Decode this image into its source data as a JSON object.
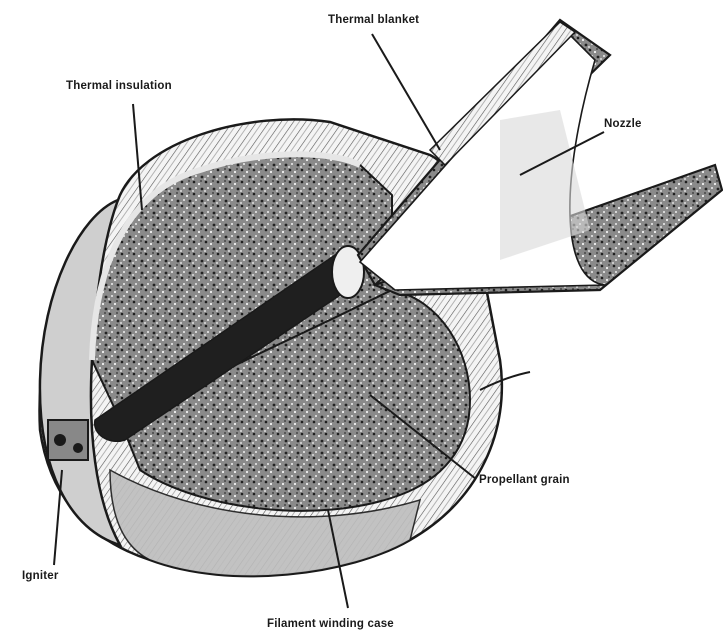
{
  "labels": {
    "thermal_blanket": "Thermal blanket",
    "thermal_insulation": "Thermal insulation",
    "nozzle": "Nozzle",
    "propellant_grain": "Propellant grain",
    "igniter": "Igniter",
    "filament_winding_case": "Filament winding case"
  },
  "colors": {
    "ink": "#1a1a1a",
    "paper": "#ffffff",
    "shading": "#6e6e6e"
  }
}
